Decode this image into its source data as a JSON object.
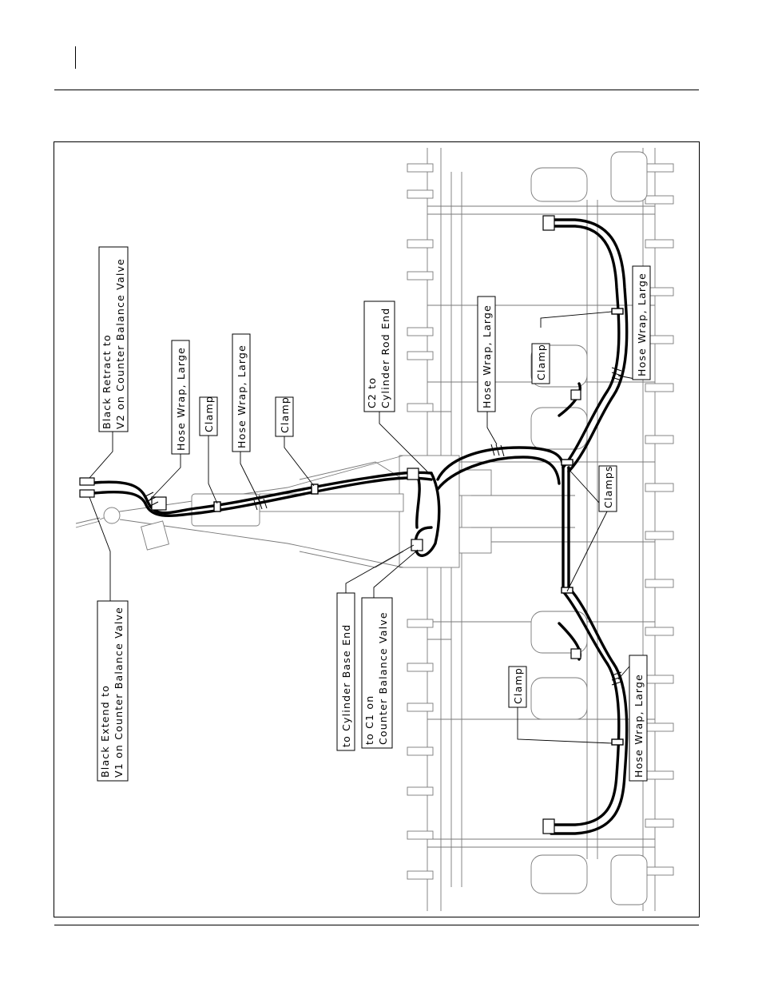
{
  "figure": {
    "labels": {
      "black_retract_line1": "Black Retract to",
      "black_retract_line2": "V2 on Counter Balance Valve",
      "hose_wrap_1": "Hose Wrap, Large",
      "clamp_1": "Clamp",
      "hose_wrap_2": "Hose Wrap, Large",
      "clamp_2": "Clamp",
      "c2_line1": "C2 to",
      "c2_line2": "Cylinder Rod End",
      "hose_wrap_3": "Hose Wrap, Large",
      "clamp_3": "Clamp",
      "hose_wrap_4": "Hose Wrap, Large",
      "clamps": "Clamps",
      "clamp_4": "Clamp",
      "hose_wrap_5": "Hose Wrap, Large",
      "black_extend_line1": "Black Extend to",
      "black_extend_line2": "V1 on Counter Balance Valve",
      "cylinder_base": "to Cylinder Base End",
      "c1_line1": "to C1 on",
      "c1_line2": "Counter Balance Valve"
    }
  }
}
